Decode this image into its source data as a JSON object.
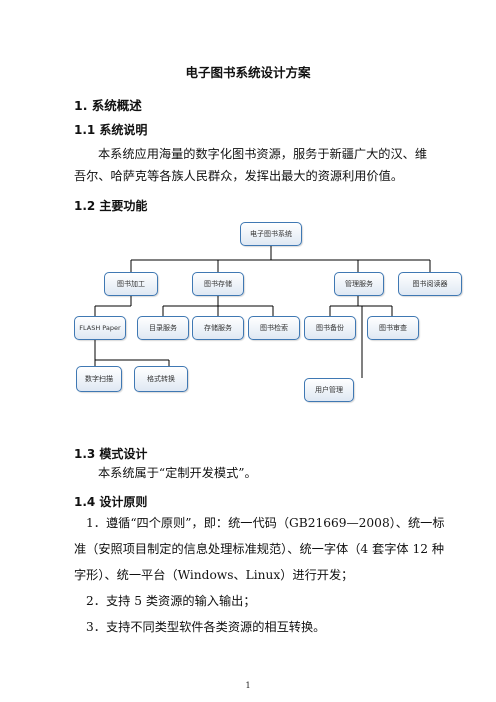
{
  "doc": {
    "title": "电子图书系统设计方案",
    "s1": "1. 系统概述",
    "s11": "1.1 系统说明",
    "s11_text": "本系统应用海量的数字化图书资源，服务于新疆广大的汉、维吾尔、哈萨克等各族人民群众，发挥出最大的资源利用价值。",
    "s12": "1.2 主要功能",
    "s13": "1.3 模式设计",
    "s13_text": "本系统属于“定制开发模式”。",
    "s14": "1.4 设计原则",
    "p1_l1": "1．遵循“四个原则”，即：统一代码（GB21669—2008）、统一标",
    "p1_l2": "准（安照项目制定的信息处理标准规范）、统一字体（4 套字体 12 种",
    "p1_l3": "字形）、统一平台（Windows、Linux）进行开发；",
    "p2": "2．支持 5 类资源的输入输出；",
    "p3": "3．支持不同类型软件各类资源的相互转换。",
    "page_number": "1"
  },
  "diagram": {
    "root": "电子图书系统",
    "processing": "图书加工",
    "storage": "图书存储",
    "management": "管理服务",
    "reading": "图书阅读器",
    "flash": "FLASH Paper",
    "catalog": "目录服务",
    "storage_service": "存储服务",
    "search": "图书检索",
    "backup": "图书备份",
    "review": "图书审查",
    "scan": "数字扫描",
    "format": "格式转换",
    "user_mgmt": "用户管理"
  },
  "colors": {
    "node_border": "#3f78b3",
    "node_fill_top": "#ffffff",
    "node_fill_bottom": "#dfe8f3",
    "connector": "#000000"
  }
}
